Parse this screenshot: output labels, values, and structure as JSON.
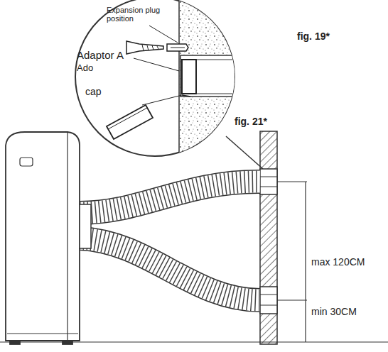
{
  "diagram": {
    "labels": [
      "Expansion plug position",
      "Adaptor A",
      "Ado",
      "cap",
      "fig. 19*",
      "fig. 21*",
      "max 120CM",
      "min 30CM"
    ]
  }
}
